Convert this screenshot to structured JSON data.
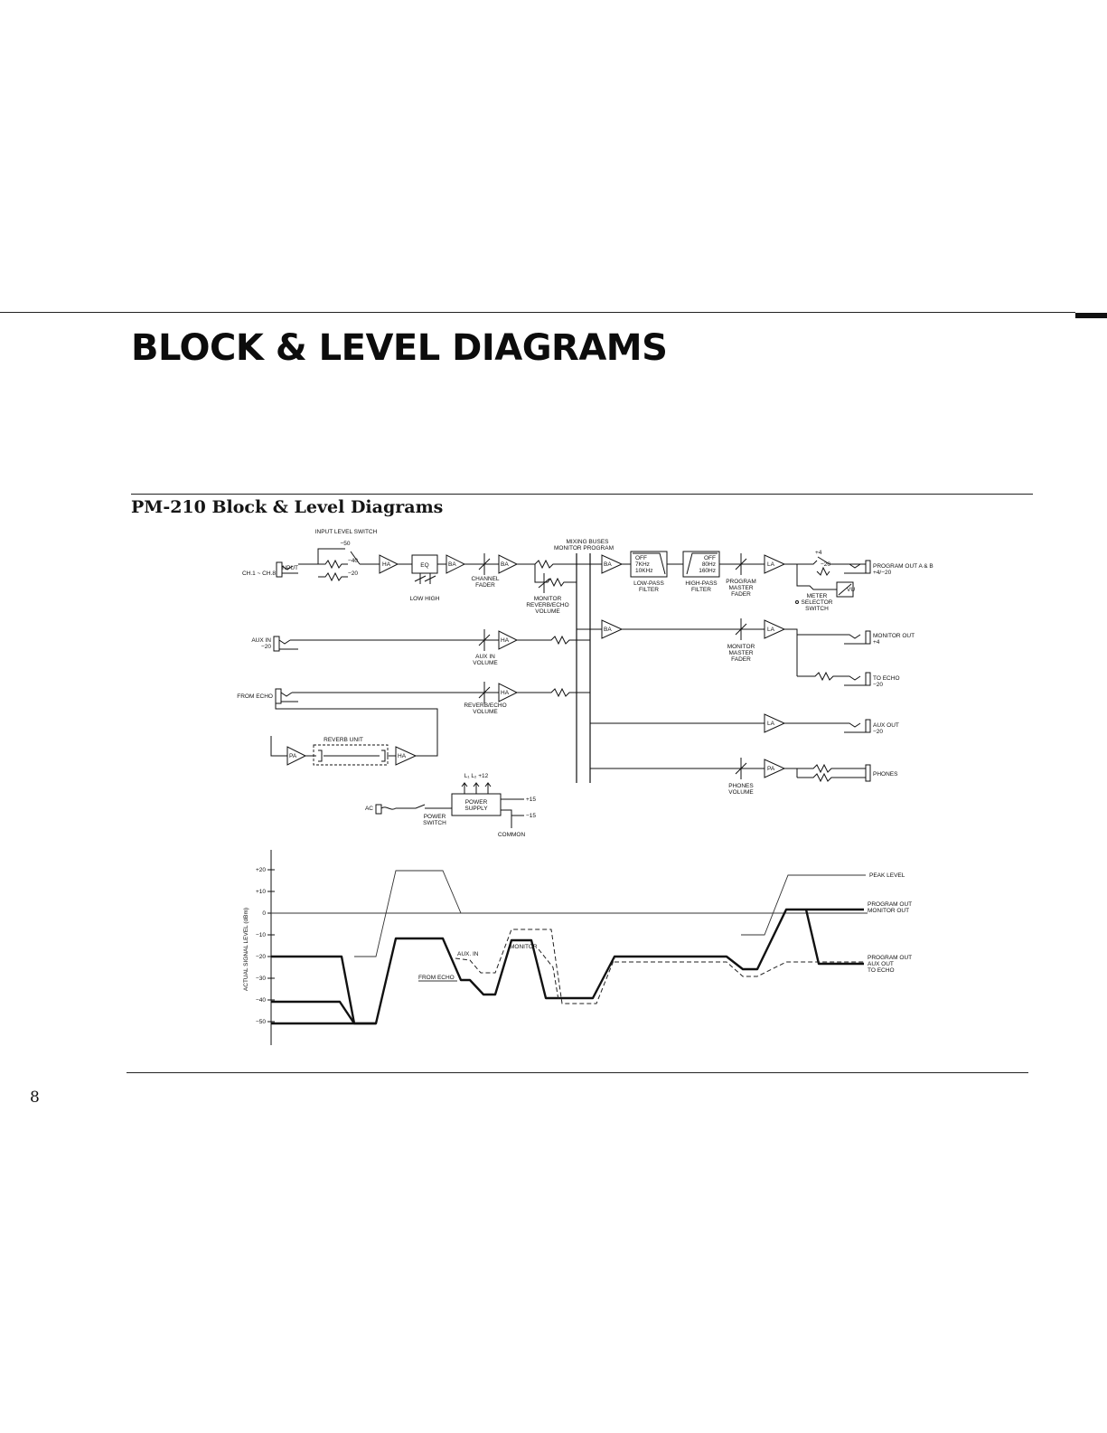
{
  "page": {
    "title": "BLOCK & LEVEL DIAGRAMS",
    "section_title": "PM-210 Block & Level Diagrams",
    "page_number": "8"
  },
  "block": {
    "input_level_switch": "INPUT LEVEL SWITCH",
    "sw_minus50": "−50",
    "sw_minus40": "−40",
    "sw_minus20": "−20",
    "input": "INPUT",
    "input_ch": "CH.1 ~ CH.8",
    "ha": "HA",
    "eq": "EQ",
    "ba": "BA",
    "la": "LA",
    "pa": "PA",
    "low_high": "LOW HIGH",
    "channel_fader": "CHANNEL FADER",
    "monitor_reverb_echo_volume": "MONITOR REVERB/ECHO VOLUME",
    "mixing_buses": "MIXING BUSES",
    "monitor_program": "MONITOR PROGRAM",
    "lpf_off": "OFF",
    "lpf_7k": "7KHz",
    "lpf_10k": "10KHz",
    "low_pass_filter": "LOW-PASS FILTER",
    "hpf_off": "OFF",
    "hpf_80": "80Hz",
    "hpf_160": "160Hz",
    "high_pass_filter": "HIGH-PASS FILTER",
    "program_master_fader": "PROGRAM MASTER FADER",
    "plus4": "+4",
    "minus20": "−20",
    "program_out": "PROGRAM OUT A & B",
    "program_out_level": "+4/−20",
    "vu": "VU",
    "meter_selector_switch": "METER SELECTOR SWITCH",
    "aux_in": "AUX IN",
    "aux_in_level": "−20",
    "aux_in_volume": "AUX IN VOLUME",
    "monitor_master_fader": "MONITOR MASTER FADER",
    "monitor_out": "MONITOR OUT",
    "monitor_out_level": "+4",
    "to_echo": "TO ECHO",
    "to_echo_level": "−20",
    "from_echo": "FROM ECHO",
    "reverb_echo_volume": "REVERB/ECHO VOLUME",
    "reverb_unit": "REVERB UNIT",
    "aux_out": "AUX OUT",
    "aux_out_level": "−20",
    "phones_volume": "PHONES VOLUME",
    "phones": "PHONES",
    "supply_rails": "L₁ L₂ +12",
    "ac": "AC",
    "power_switch": "POWER SWITCH",
    "power_supply": "POWER SUPPLY",
    "plus15": "+15",
    "minus15": "−15",
    "common": "COMMON"
  },
  "level": {
    "axis_label": "ACTUAL SIGNAL LEVEL (dBm)",
    "ticks": [
      "+20",
      "+10",
      "0",
      "−10",
      "−20",
      "−30",
      "−40",
      "−50"
    ],
    "peak_level": "PEAK LEVEL",
    "program_monitor_out_1": "PROGRAM OUT",
    "program_monitor_out_2": "MONITOR OUT",
    "program_aux_echo_1": "PROGRAM OUT",
    "program_aux_echo_2": "AUX OUT",
    "program_aux_echo_3": "TO ECHO",
    "aux_in": "AUX. IN",
    "monitor": "MONITOR",
    "from_echo": "FROM ECHO"
  }
}
